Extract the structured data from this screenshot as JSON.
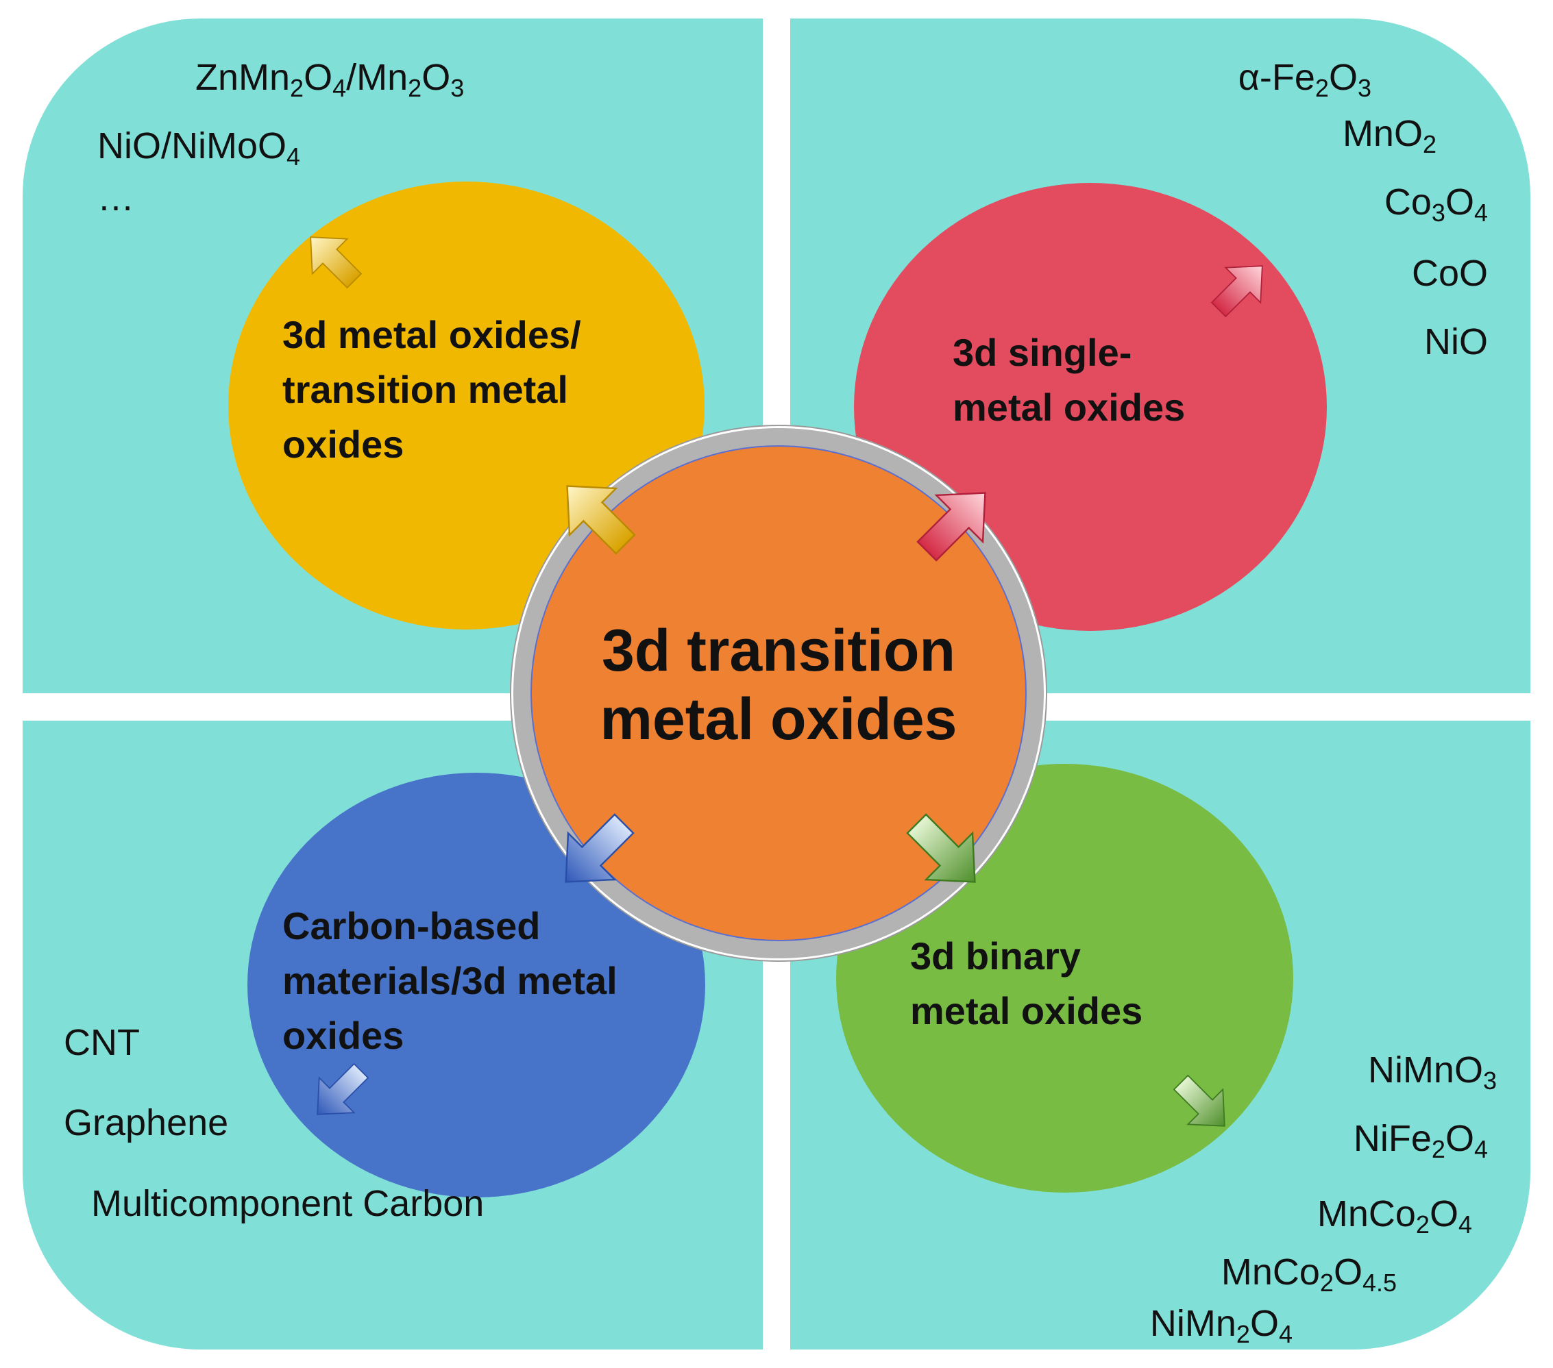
{
  "center": {
    "line1": "3d transition",
    "line2": "metal oxides"
  },
  "categories": {
    "top_left": [
      "3d metal oxides/",
      "transition metal",
      "oxides"
    ],
    "top_right": [
      "3d single-",
      "metal oxides"
    ],
    "bottom_left": [
      "Carbon-based",
      "materials/3d metal",
      "oxides"
    ],
    "bottom_right": [
      "3d binary",
      "metal oxides"
    ]
  },
  "examples": {
    "top_left": [
      [
        [
          "ZnMn",
          ""
        ],
        [
          "2",
          "sub"
        ],
        [
          "O",
          ""
        ],
        [
          "4",
          "sub"
        ],
        [
          "/Mn",
          ""
        ],
        [
          "2",
          "sub"
        ],
        [
          "O",
          ""
        ],
        [
          "3",
          "sub"
        ]
      ],
      [
        [
          "NiO/NiMoO",
          ""
        ],
        [
          "4",
          "sub"
        ]
      ],
      [
        [
          "…",
          ""
        ]
      ]
    ],
    "top_right": [
      [
        [
          "α-Fe",
          ""
        ],
        [
          "2",
          "sub"
        ],
        [
          "O",
          ""
        ],
        [
          "3",
          "sub"
        ]
      ],
      [
        [
          "MnO",
          ""
        ],
        [
          "2",
          "sub"
        ]
      ],
      [
        [
          "Co",
          ""
        ],
        [
          "3",
          "sub"
        ],
        [
          "O",
          ""
        ],
        [
          "4",
          "sub"
        ]
      ],
      [
        [
          "CoO",
          ""
        ]
      ],
      [
        [
          "NiO",
          ""
        ]
      ]
    ],
    "bottom_left": [
      [
        [
          "CNT",
          ""
        ]
      ],
      [
        [
          "Graphene",
          ""
        ]
      ],
      [
        [
          "Multicomponent Carbon",
          ""
        ]
      ]
    ],
    "bottom_right": [
      [
        [
          "NiMnO",
          ""
        ],
        [
          "3",
          "sub"
        ]
      ],
      [
        [
          "NiFe",
          ""
        ],
        [
          "2",
          "sub"
        ],
        [
          "O",
          ""
        ],
        [
          "4",
          "sub"
        ]
      ],
      [
        [
          "MnCo",
          ""
        ],
        [
          "2",
          "sub"
        ],
        [
          "O",
          ""
        ],
        [
          "4",
          "sub"
        ]
      ],
      [
        [
          "MnCo",
          ""
        ],
        [
          "2",
          "sub"
        ],
        [
          "O",
          ""
        ],
        [
          "4.5",
          "sub"
        ]
      ],
      [
        [
          "NiMn",
          ""
        ],
        [
          "2",
          "sub"
        ],
        [
          "O",
          ""
        ],
        [
          "4",
          "sub"
        ]
      ]
    ]
  },
  "colors": {
    "panel": "#80E0D8",
    "yellow": "#F0B800",
    "red": "#E34B5F",
    "blue": "#4773C9",
    "green": "#78BC44",
    "center": "#EF8232",
    "ring": "#B3B3B3"
  }
}
